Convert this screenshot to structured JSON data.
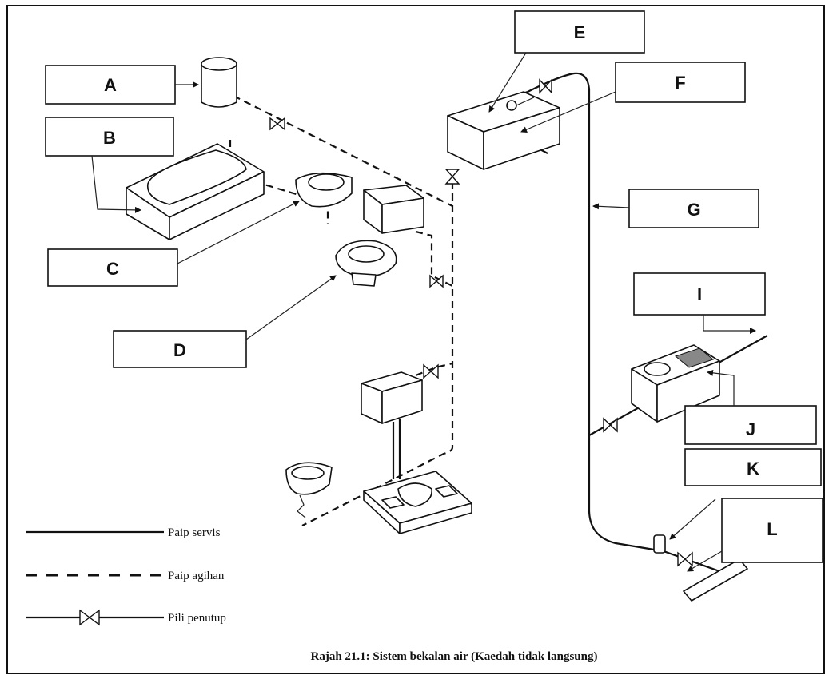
{
  "labels": {
    "A": "A",
    "B": "B",
    "C": "C",
    "D": "D",
    "E": "E",
    "F": "F",
    "G": "G",
    "I": "I",
    "J": "J",
    "K": "K",
    "L": "L"
  },
  "legend": {
    "service_pipe": "Paip servis",
    "distribution_pipe": "Paip agihan",
    "stop_valve": "Pili penutup"
  },
  "caption": "Rajah 21.1: Sistem bekalan air (Kaedah tidak langsung)"
}
